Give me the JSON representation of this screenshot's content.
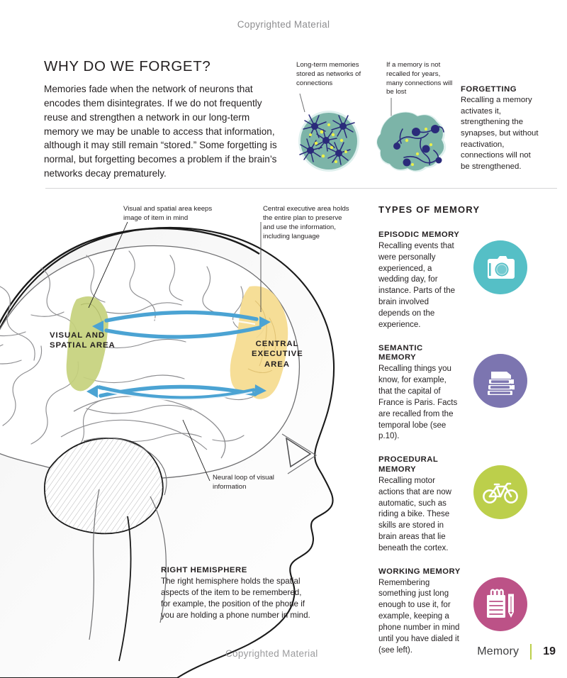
{
  "header": {
    "copyright": "Copyrighted Material"
  },
  "footer": {
    "copyright": "Copyrighted Material",
    "section": "Memory",
    "page": "19",
    "rule_color": "#bccf4b"
  },
  "article": {
    "title": "WHY DO WE FORGET?",
    "body": "Memories fade when the network of neurons that encodes them disintegrates. If we do not frequently reuse and strengthen a network in our long-term memory we may be unable to access that information, although it may still remain “stored.” Some forgetting is normal, but forgetting becomes a problem if the brain’s networks decay prematurely."
  },
  "neuron_diagram": {
    "caption_left": "Long-term memories stored as networks of connections",
    "caption_right": "If a memory is not recalled for years, many connections will be lost",
    "fill_color": "#7cb4a8",
    "halo_color": "#dff0ee",
    "neuron_color": "#2a2a7a",
    "synapse_color": "#eaf04a"
  },
  "forgetting": {
    "title": "FORGETTING",
    "body": "Recalling a memory activates it, strengthening the synapses, but without reactivation, connections will not be strengthened."
  },
  "brain": {
    "callout_visual": "Visual and spatial area keeps image of item in mind",
    "callout_central": "Central executive area holds the entire plan to preserve and use the information, including language",
    "callout_loop": "Neural loop of visual information",
    "label_visual": "VISUAL AND SPATIAL AREA",
    "label_central": "CENTRAL EXECUTIVE AREA",
    "visual_area_color": "#c5d17c",
    "central_area_color": "#f5dc91",
    "arrow_color": "#4ba3d3"
  },
  "hemisphere": {
    "title": "RIGHT HEMISPHERE",
    "body": "The right hemisphere holds the spatial aspects of the item to be remembered, for example, the position of the phone if you are holding a phone number in mind."
  },
  "types_of_memory": {
    "title": "TYPES OF MEMORY",
    "items": [
      {
        "title": "EPISODIC MEMORY",
        "body": "Recalling events that were personally experienced, a wedding day, for instance. Parts of the brain involved depends on the experience.",
        "icon": "camera-icon",
        "color": "#55bfc6"
      },
      {
        "title": "SEMANTIC MEMORY",
        "body": "Recalling things you know, for example, that the capital of France is Paris. Facts are recalled from the temporal lobe (see p.10).",
        "icon": "books-icon",
        "color": "#7c75b0"
      },
      {
        "title": "PROCEDURAL MEMORY",
        "body": "Recalling motor actions that are now automatic, such as riding a bike. These skills are stored in brain areas that lie beneath the cortex.",
        "icon": "bicycle-icon",
        "color": "#bccf4b"
      },
      {
        "title": "WORKING MEMORY",
        "body": "Remembering something just long enough to use it, for example, keeping a phone number in mind until you have dialed it (see left).",
        "icon": "notepad-pencil-icon",
        "color": "#bc5287"
      }
    ]
  }
}
